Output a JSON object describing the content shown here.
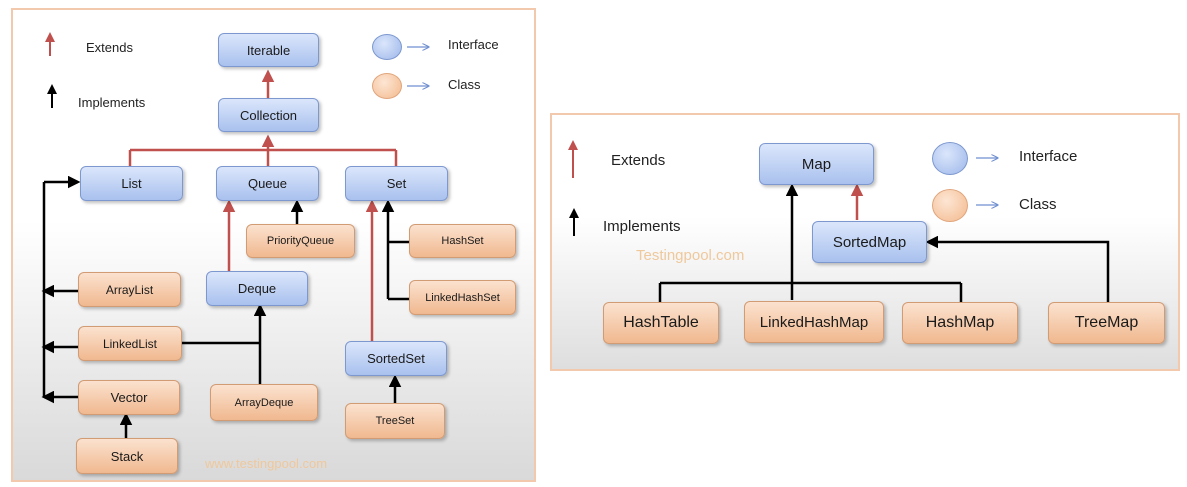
{
  "colors": {
    "interface_fill": "#a9c1ee",
    "class_fill": "#f0b88f",
    "extends_arrow": "#c0504d",
    "implements_arrow": "#000000",
    "legend_arrow": "#6f8fd0",
    "watermark": "#efc89c"
  },
  "collection_diagram": {
    "legend": {
      "extends": "Extends",
      "implements": "Implements",
      "interface": "Interface",
      "class": "Class"
    },
    "interfaces": {
      "iterable": "Iterable",
      "collection": "Collection",
      "list": "List",
      "queue": "Queue",
      "set": "Set",
      "deque": "Deque",
      "sortedset": "SortedSet"
    },
    "classes": {
      "priorityqueue": "PriorityQueue",
      "hashset": "HashSet",
      "linkedhashset": "LinkedHashSet",
      "arraylist": "ArrayList",
      "linkedlist": "LinkedList",
      "vector": "Vector",
      "stack": "Stack",
      "arraydeque": "ArrayDeque",
      "treeset": "TreeSet"
    },
    "watermark": "www.testingpool.com"
  },
  "map_diagram": {
    "legend": {
      "extends": "Extends",
      "implements": "Implements",
      "interface": "Interface",
      "class": "Class"
    },
    "interfaces": {
      "map": "Map",
      "sortedmap": "SortedMap"
    },
    "classes": {
      "hashtable": "HashTable",
      "linkedhashmap": "LinkedHashMap",
      "hashmap": "HashMap",
      "treemap": "TreeMap"
    },
    "watermark": "Testingpool.com"
  }
}
